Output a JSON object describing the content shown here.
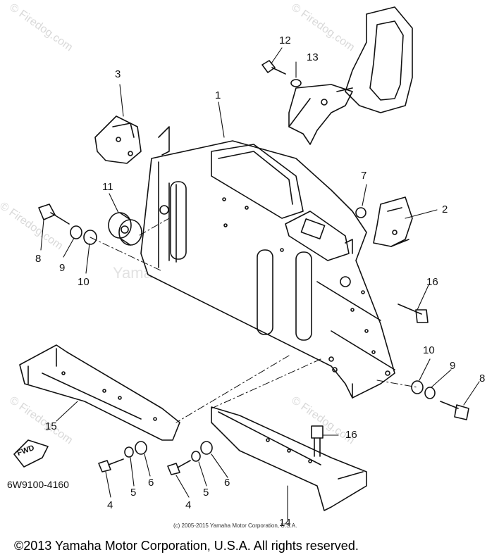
{
  "watermark": {
    "site": "© Firedog.com",
    "motor": "Yamaha Motor Corp., U.S.A."
  },
  "callouts": {
    "c1": "1",
    "c2": "2",
    "c3": "3",
    "c4a": "4",
    "c4b": "4",
    "c5a": "5",
    "c5b": "5",
    "c6a": "6",
    "c6b": "6",
    "c7": "7",
    "c8a": "8",
    "c8b": "8",
    "c9a": "9",
    "c9b": "9",
    "c10a": "10",
    "c10b": "10",
    "c11": "11",
    "c12": "12",
    "c13": "13",
    "c14": "14",
    "c15": "15",
    "c16a": "16",
    "c16b": "16"
  },
  "fwd_label": "FWD",
  "part_code": "6W9100-4160",
  "sub_copyright": "(c) 2005-2015 Yamaha Motor Corporation, U.S.A.",
  "copyright": "©2013 Yamaha Motor Corporation, U.S.A. All rights reserved."
}
